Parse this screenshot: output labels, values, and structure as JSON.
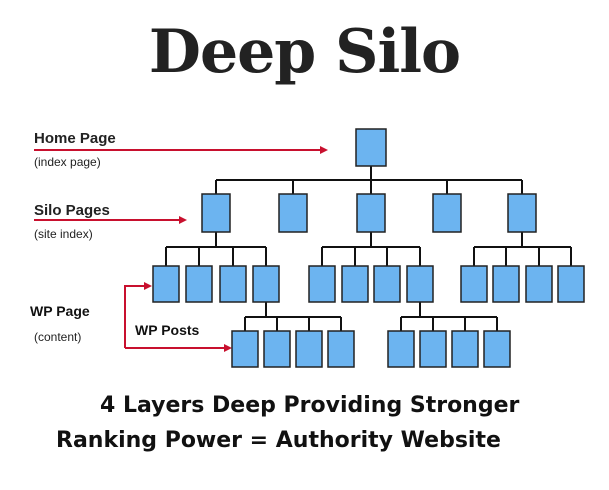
{
  "title": "Deep Silo",
  "labels": {
    "home_page": "Home Page",
    "home_page_sub": "(index page)",
    "silo_pages": "Silo Pages",
    "silo_pages_sub": "(site index)",
    "wp_page": "WP Page",
    "wp_page_sub": "(content)",
    "wp_posts": "WP Posts"
  },
  "caption": {
    "line1": "4 Layers Deep Providing Stronger",
    "line2": "Ranking Power = Authority Website"
  },
  "colors": {
    "box_fill": "#6cb4f0",
    "box_stroke": "#222222",
    "connector": "#111111",
    "arrow": "#c8102e"
  }
}
